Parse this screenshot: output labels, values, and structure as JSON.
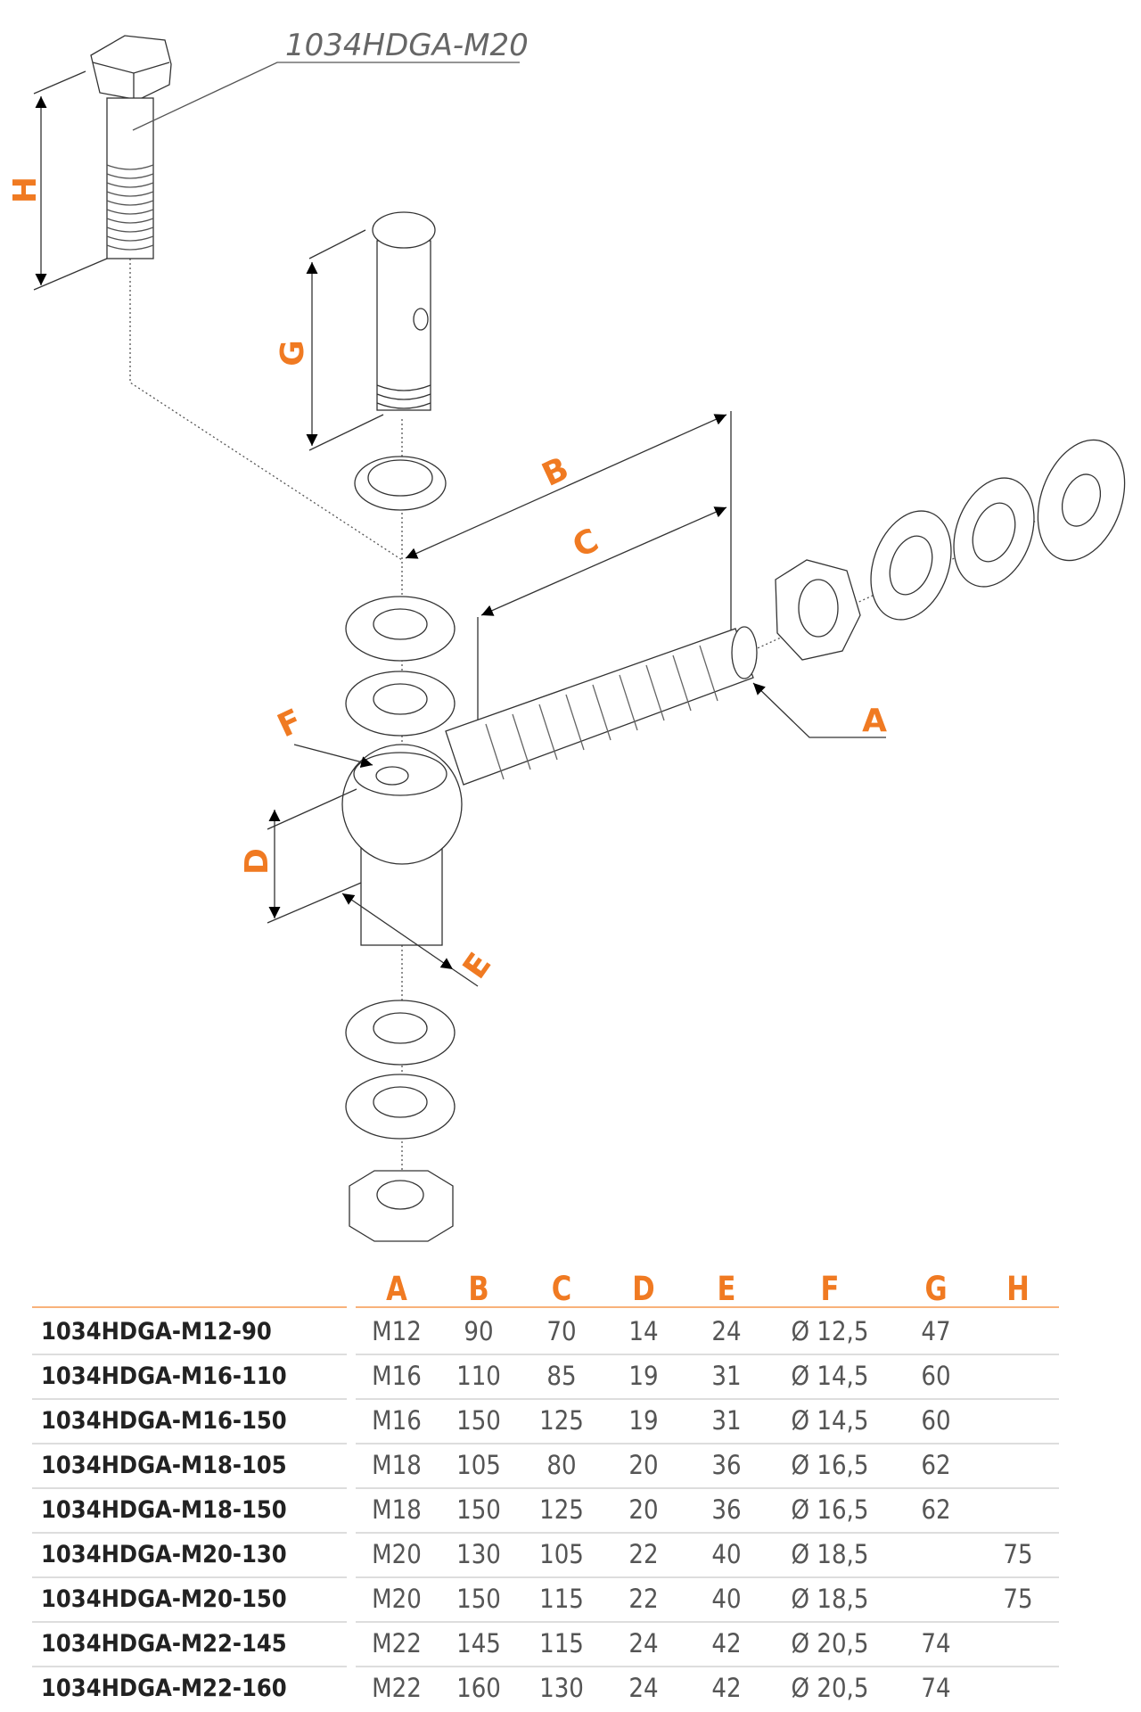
{
  "drawing": {
    "part_label": "1034HDGA-M20",
    "dimension_labels": {
      "A": "A",
      "B": "B",
      "C": "C",
      "D": "D",
      "E": "E",
      "F": "F",
      "G": "G",
      "H": "H"
    }
  },
  "colors": {
    "accent": "#f07a22",
    "text": "#222222",
    "value": "#555555",
    "rule": "#dddddd"
  },
  "table": {
    "headers": [
      "A",
      "B",
      "C",
      "D",
      "E",
      "F",
      "G",
      "H"
    ],
    "rows": [
      {
        "code": "1034HDGA-M12-90",
        "A": "M12",
        "B": "90",
        "C": "70",
        "D": "14",
        "E": "24",
        "F": "Ø 12,5",
        "G": "47",
        "H": ""
      },
      {
        "code": "1034HDGA-M16-110",
        "A": "M16",
        "B": "110",
        "C": "85",
        "D": "19",
        "E": "31",
        "F": "Ø 14,5",
        "G": "60",
        "H": ""
      },
      {
        "code": "1034HDGA-M16-150",
        "A": "M16",
        "B": "150",
        "C": "125",
        "D": "19",
        "E": "31",
        "F": "Ø 14,5",
        "G": "60",
        "H": ""
      },
      {
        "code": "1034HDGA-M18-105",
        "A": "M18",
        "B": "105",
        "C": "80",
        "D": "20",
        "E": "36",
        "F": "Ø 16,5",
        "G": "62",
        "H": ""
      },
      {
        "code": "1034HDGA-M18-150",
        "A": "M18",
        "B": "150",
        "C": "125",
        "D": "20",
        "E": "36",
        "F": "Ø 16,5",
        "G": "62",
        "H": ""
      },
      {
        "code": "1034HDGA-M20-130",
        "A": "M20",
        "B": "130",
        "C": "105",
        "D": "22",
        "E": "40",
        "F": "Ø 18,5",
        "G": "",
        "H": "75"
      },
      {
        "code": "1034HDGA-M20-150",
        "A": "M20",
        "B": "150",
        "C": "115",
        "D": "22",
        "E": "40",
        "F": "Ø 18,5",
        "G": "",
        "H": "75"
      },
      {
        "code": "1034HDGA-M22-145",
        "A": "M22",
        "B": "145",
        "C": "115",
        "D": "24",
        "E": "42",
        "F": "Ø 20,5",
        "G": "74",
        "H": ""
      },
      {
        "code": "1034HDGA-M22-160",
        "A": "M22",
        "B": "160",
        "C": "130",
        "D": "24",
        "E": "42",
        "F": "Ø 20,5",
        "G": "74",
        "H": ""
      }
    ]
  }
}
